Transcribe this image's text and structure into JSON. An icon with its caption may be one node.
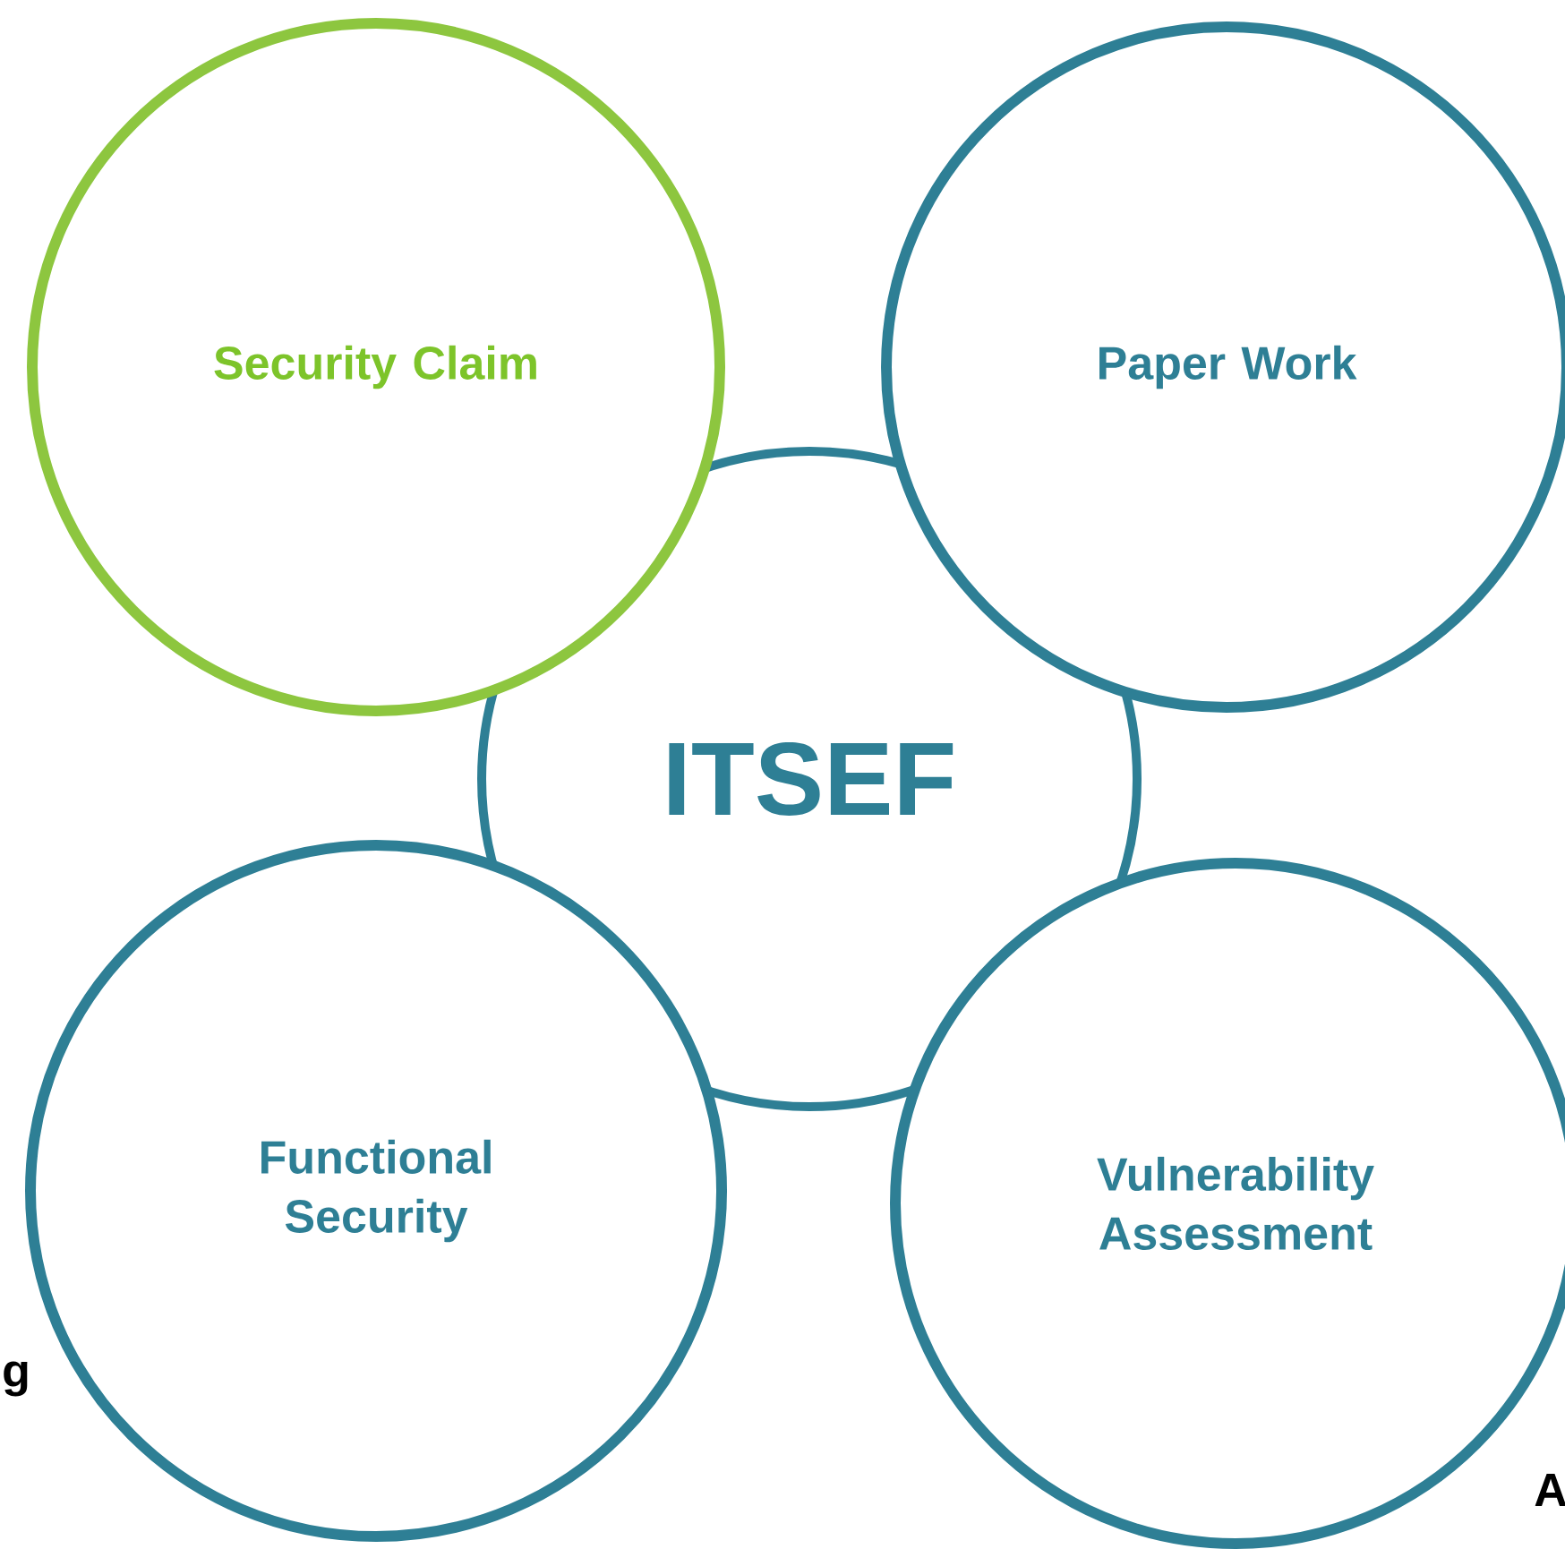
{
  "diagram": {
    "nodes": [
      {
        "text": [
          "Security Claim"
        ]
      },
      {
        "text": [
          "Paper Work"
        ]
      },
      {
        "text": [
          "ITSEF"
        ]
      },
      {
        "text": [
          "Functional Security"
        ]
      },
      {
        "text": [
          "Vulnerability Assessment"
        ]
      }
    ],
    "labels": [
      "g",
      "A"
    ]
  }
}
